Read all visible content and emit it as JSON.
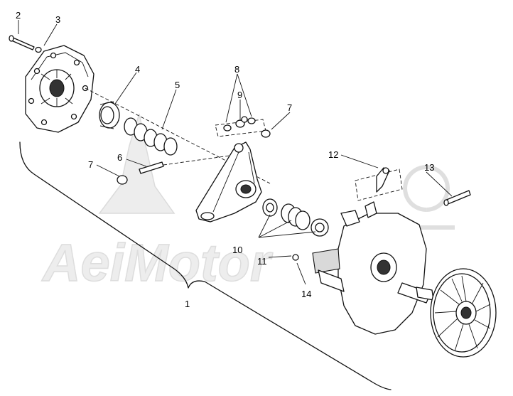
{
  "watermark": "AeiMotor",
  "callouts": {
    "c1": "1",
    "c2": "2",
    "c3": "3",
    "c4": "4",
    "c5": "5",
    "c6": "6",
    "c7a": "7",
    "c7b": "7",
    "c8": "8",
    "c9": "9",
    "c10": "10",
    "c11": "11",
    "c12": "12",
    "c13": "13",
    "c14": "14"
  }
}
